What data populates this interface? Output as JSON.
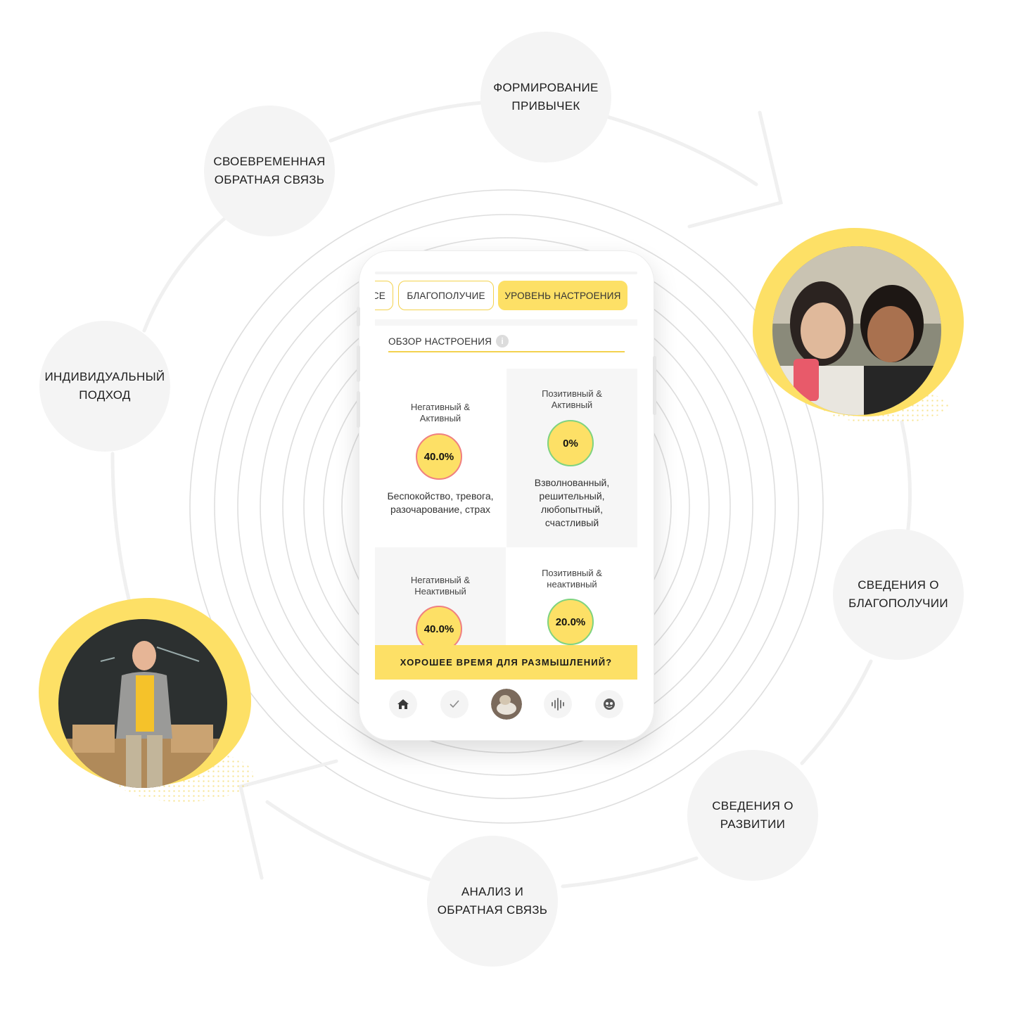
{
  "colors": {
    "accent": "#fde066",
    "ring": "#dddddd",
    "node_bg": "#f4f4f4",
    "negative_ring": "#f08080",
    "positive_ring": "#7fd37f"
  },
  "cycle": {
    "nodes": [
      {
        "id": "habits",
        "label": "ФОРМИРОВАНИЕ\nПРИВЫЧЕК"
      },
      {
        "id": "feedback",
        "label": "СВОЕВРЕМЕННАЯ\nОБРАТНАЯ СВЯЗЬ"
      },
      {
        "id": "individual",
        "label": "ИНДИВИДУАЛЬНЫЙ\nПОДХОД"
      },
      {
        "id": "wellbeing",
        "label": "СВЕДЕНИЯ О\nБЛАГОПОЛУЧИИ"
      },
      {
        "id": "development",
        "label": "СВЕДЕНИЯ О\nРАЗВИТИИ"
      },
      {
        "id": "analysis",
        "label": "АНАЛИЗ И\nОБРАТНАЯ СВЯЗЬ"
      }
    ]
  },
  "app": {
    "tabs": [
      {
        "label": "СЕ",
        "active": false
      },
      {
        "label": "БЛАГОПОЛУЧИЕ",
        "active": false
      },
      {
        "label": "УРОВЕНЬ НАСТРОЕНИЯ",
        "active": true
      }
    ],
    "section_title": "ОБЗОР НАСТРОЕНИЯ",
    "info_icon": "i",
    "quadrants": [
      {
        "title": "Негативный &\nАктивный",
        "value": "40.0%",
        "description": "Беспокойство, тревога,\nразочарование, страх",
        "tone": "negative"
      },
      {
        "title": "Позитивный &\nАктивный",
        "value": "0%",
        "description": "Взволнованный,\nрешительный,\nлюбопытный,\nсчастливый",
        "tone": "positive"
      },
      {
        "title": "Негативный &\nНеактивный",
        "value": "40.0%",
        "description": "",
        "tone": "negative"
      },
      {
        "title": "Позитивный &\nнеактивный",
        "value": "20.0%",
        "description": "",
        "tone": "positive"
      }
    ],
    "banner": "ХОРОШЕЕ ВРЕМЯ ДЛЯ РАЗМЫШЛЕНИЙ?",
    "nav": [
      "home-icon",
      "check-icon",
      "avatar",
      "audio-wave-icon",
      "mood-face-icon"
    ]
  }
}
